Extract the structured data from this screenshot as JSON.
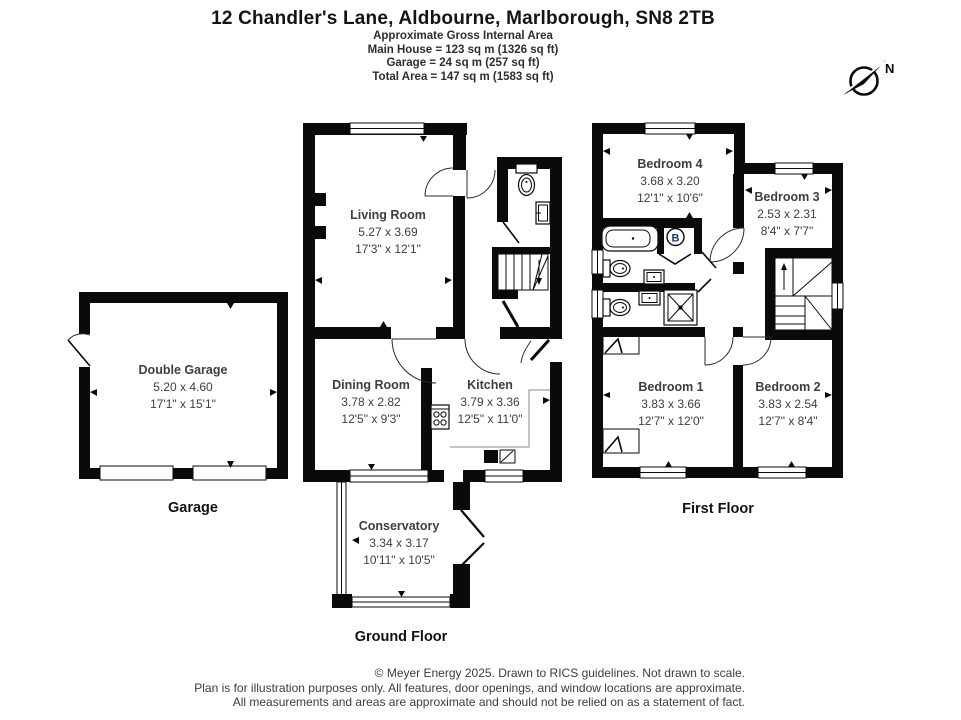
{
  "header": {
    "title": "12 Chandler's Lane, Aldbourne, Marlborough, SN8 2TB",
    "area_lines": [
      "Approximate Gross Internal Area",
      "Main House = 123 sq m (1326 sq ft)",
      "Garage = 24 sq m (257 sq ft)",
      "Total Area = 147 sq m (1583 sq ft)"
    ]
  },
  "compass": {
    "label": "N"
  },
  "floors": {
    "garage": {
      "label": "Garage",
      "rooms": {
        "double_garage": {
          "name": "Double Garage",
          "metric": "5.20 x 4.60",
          "imperial": "17'1\" x 15'1\""
        }
      }
    },
    "ground": {
      "label": "Ground Floor",
      "rooms": {
        "living": {
          "name": "Living Room",
          "metric": "5.27 x 3.69",
          "imperial": "17'3\" x 12'1\""
        },
        "dining": {
          "name": "Dining Room",
          "metric": "3.78 x 2.82",
          "imperial": "12'5\" x 9'3\""
        },
        "kitchen": {
          "name": "Kitchen",
          "metric": "3.79 x 3.36",
          "imperial": "12'5\" x 11'0\""
        },
        "conservatory": {
          "name": "Conservatory",
          "metric": "3.34 x 3.17",
          "imperial": "10'11\" x 10'5\""
        }
      }
    },
    "first": {
      "label": "First Floor",
      "boiler_label": "B",
      "rooms": {
        "bedroom4": {
          "name": "Bedroom 4",
          "metric": "3.68 x 3.20",
          "imperial": "12'1\" x 10'6\""
        },
        "bedroom3": {
          "name": "Bedroom 3",
          "metric": "2.53 x 2.31",
          "imperial": "8'4\" x 7'7\""
        },
        "bedroom1": {
          "name": "Bedroom 1",
          "metric": "3.83 x 3.66",
          "imperial": "12'7\" x 12'0\""
        },
        "bedroom2": {
          "name": "Bedroom 2",
          "metric": "3.83 x 2.54",
          "imperial": "12'7\" x 8'4\""
        }
      }
    }
  },
  "footer": {
    "lines": [
      "© Meyer Energy 2025. Drawn to RICS guidelines.  Not drawn to scale.",
      "Plan is for illustration purposes only. All features, door openings, and window locations are approximate.",
      "All measurements and areas are approximate and should not be relied on as a statement of fact."
    ]
  }
}
